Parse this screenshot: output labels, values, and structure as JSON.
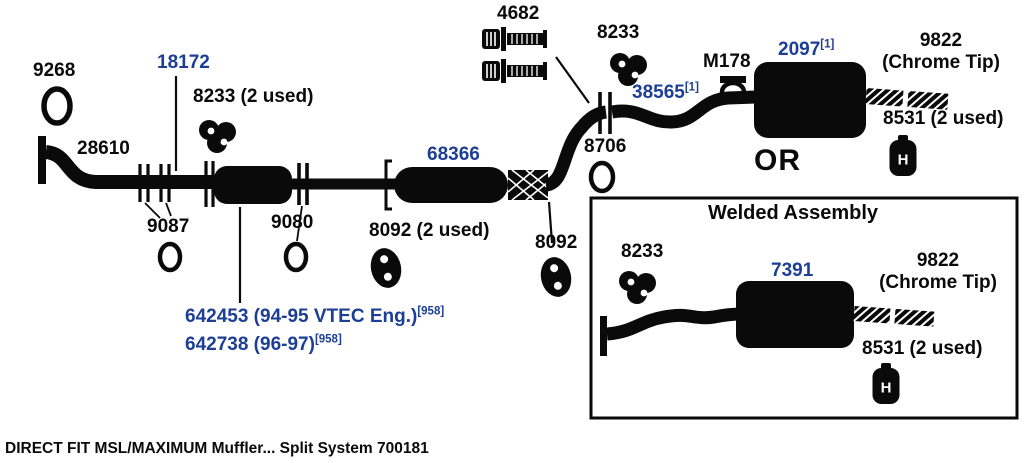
{
  "page": {
    "caption": "DIRECT FIT MSL/MAXIMUM Muffler... Split System 700181"
  },
  "colors": {
    "part_number_blue": "#1c3e94",
    "diagram_black": "#0a0a0a",
    "background": "#ffffff"
  },
  "diagram": {
    "or_label": "OR",
    "welded_title": "Welded Assembly"
  },
  "parts": {
    "p9268": "9268",
    "p18172": "18172",
    "p8233_2used": "8233 (2 used)",
    "p28610": "28610",
    "p9087": "9087",
    "p9080": "9080",
    "p68366": "68366",
    "p8092_2used": "8092 (2 used)",
    "p8092": "8092",
    "p4682": "4682",
    "p8233": "8233",
    "p8706": "8706",
    "p38565": "38565",
    "pM178": "M178",
    "p2097": "2097",
    "p9822": "9822",
    "p9822_sub": "(Chrome Tip)",
    "p8531": "8531 (2 used)",
    "p642453": "642453 (94-95 VTEC Eng.)",
    "p642738": "642738 (96-97)",
    "sup1": "[1]",
    "sup958": "[958]"
  },
  "welded": {
    "p8233": "8233",
    "p7391": "7391",
    "p9822": "9822",
    "p9822_sub": "(Chrome Tip)",
    "p8531": "8531 (2 used)"
  },
  "icons": {
    "hanger_letter": "H"
  }
}
